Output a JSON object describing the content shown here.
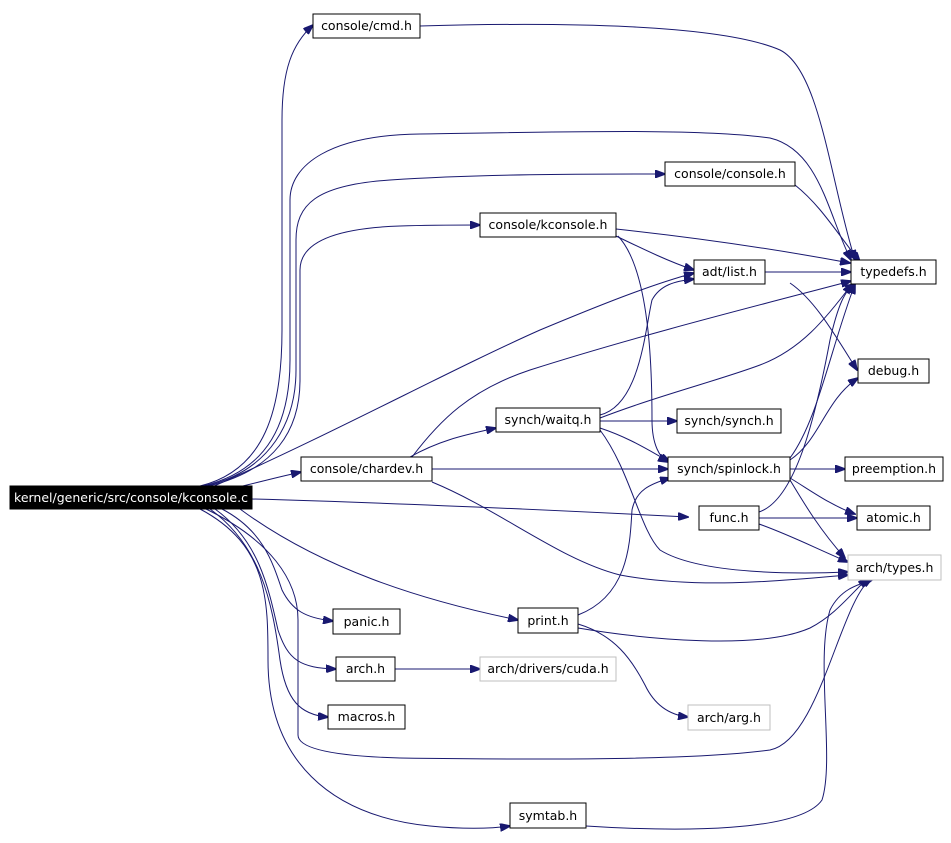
{
  "graph": {
    "nodes": [
      {
        "id": "kconsole_c",
        "label": "kernel/generic/src/console/kconsole.c",
        "style": "root"
      },
      {
        "id": "console_cmd_h",
        "label": "console/cmd.h",
        "style": "normal"
      },
      {
        "id": "console_console_h",
        "label": "console/console.h",
        "style": "normal"
      },
      {
        "id": "console_kconsole_h",
        "label": "console/kconsole.h",
        "style": "normal"
      },
      {
        "id": "adt_list_h",
        "label": "adt/list.h",
        "style": "normal"
      },
      {
        "id": "typedefs_h",
        "label": "typedefs.h",
        "style": "normal"
      },
      {
        "id": "debug_h",
        "label": "debug.h",
        "style": "normal"
      },
      {
        "id": "synch_waitq_h",
        "label": "synch/waitq.h",
        "style": "normal"
      },
      {
        "id": "synch_synch_h",
        "label": "synch/synch.h",
        "style": "normal"
      },
      {
        "id": "console_chardev_h",
        "label": "console/chardev.h",
        "style": "normal"
      },
      {
        "id": "synch_spinlock_h",
        "label": "synch/spinlock.h",
        "style": "normal"
      },
      {
        "id": "preemption_h",
        "label": "preemption.h",
        "style": "normal"
      },
      {
        "id": "func_h",
        "label": "func.h",
        "style": "normal"
      },
      {
        "id": "atomic_h",
        "label": "atomic.h",
        "style": "normal"
      },
      {
        "id": "arch_types_h",
        "label": "arch/types.h",
        "style": "grey"
      },
      {
        "id": "panic_h",
        "label": "panic.h",
        "style": "normal"
      },
      {
        "id": "print_h",
        "label": "print.h",
        "style": "normal"
      },
      {
        "id": "arch_h",
        "label": "arch.h",
        "style": "normal"
      },
      {
        "id": "arch_drivers_cuda_h",
        "label": "arch/drivers/cuda.h",
        "style": "grey"
      },
      {
        "id": "arch_arg_h",
        "label": "arch/arg.h",
        "style": "grey"
      },
      {
        "id": "macros_h",
        "label": "macros.h",
        "style": "normal"
      },
      {
        "id": "symtab_h",
        "label": "symtab.h",
        "style": "normal"
      }
    ],
    "edges": [
      {
        "from": "kconsole_c",
        "to": "console_cmd_h"
      },
      {
        "from": "kconsole_c",
        "to": "typedefs_h"
      },
      {
        "from": "kconsole_c",
        "to": "console_console_h"
      },
      {
        "from": "kconsole_c",
        "to": "console_kconsole_h"
      },
      {
        "from": "kconsole_c",
        "to": "adt_list_h"
      },
      {
        "from": "kconsole_c",
        "to": "console_chardev_h"
      },
      {
        "from": "kconsole_c",
        "to": "func_h"
      },
      {
        "from": "kconsole_c",
        "to": "print_h"
      },
      {
        "from": "kconsole_c",
        "to": "panic_h"
      },
      {
        "from": "kconsole_c",
        "to": "arch_h"
      },
      {
        "from": "kconsole_c",
        "to": "macros_h"
      },
      {
        "from": "kconsole_c",
        "to": "arch_types_h"
      },
      {
        "from": "kconsole_c",
        "to": "symtab_h"
      },
      {
        "from": "console_cmd_h",
        "to": "typedefs_h"
      },
      {
        "from": "console_console_h",
        "to": "typedefs_h"
      },
      {
        "from": "console_kconsole_h",
        "to": "typedefs_h"
      },
      {
        "from": "console_kconsole_h",
        "to": "adt_list_h"
      },
      {
        "from": "console_kconsole_h",
        "to": "synch_spinlock_h"
      },
      {
        "from": "adt_list_h",
        "to": "typedefs_h"
      },
      {
        "from": "adt_list_h",
        "to": "debug_h"
      },
      {
        "from": "console_chardev_h",
        "to": "synch_waitq_h"
      },
      {
        "from": "console_chardev_h",
        "to": "synch_spinlock_h"
      },
      {
        "from": "console_chardev_h",
        "to": "typedefs_h"
      },
      {
        "from": "console_chardev_h",
        "to": "arch_types_h"
      },
      {
        "from": "synch_waitq_h",
        "to": "synch_synch_h"
      },
      {
        "from": "synch_waitq_h",
        "to": "synch_spinlock_h"
      },
      {
        "from": "synch_waitq_h",
        "to": "adt_list_h"
      },
      {
        "from": "synch_waitq_h",
        "to": "typedefs_h"
      },
      {
        "from": "synch_waitq_h",
        "to": "arch_types_h"
      },
      {
        "from": "synch_spinlock_h",
        "to": "typedefs_h"
      },
      {
        "from": "synch_spinlock_h",
        "to": "debug_h"
      },
      {
        "from": "synch_spinlock_h",
        "to": "preemption_h"
      },
      {
        "from": "synch_spinlock_h",
        "to": "atomic_h"
      },
      {
        "from": "synch_spinlock_h",
        "to": "arch_types_h"
      },
      {
        "from": "func_h",
        "to": "atomic_h"
      },
      {
        "from": "func_h",
        "to": "typedefs_h"
      },
      {
        "from": "func_h",
        "to": "arch_types_h"
      },
      {
        "from": "print_h",
        "to": "synch_spinlock_h"
      },
      {
        "from": "print_h",
        "to": "arch_types_h"
      },
      {
        "from": "print_h",
        "to": "arch_arg_h"
      },
      {
        "from": "arch_h",
        "to": "arch_drivers_cuda_h"
      },
      {
        "from": "symtab_h",
        "to": "arch_types_h"
      }
    ]
  }
}
